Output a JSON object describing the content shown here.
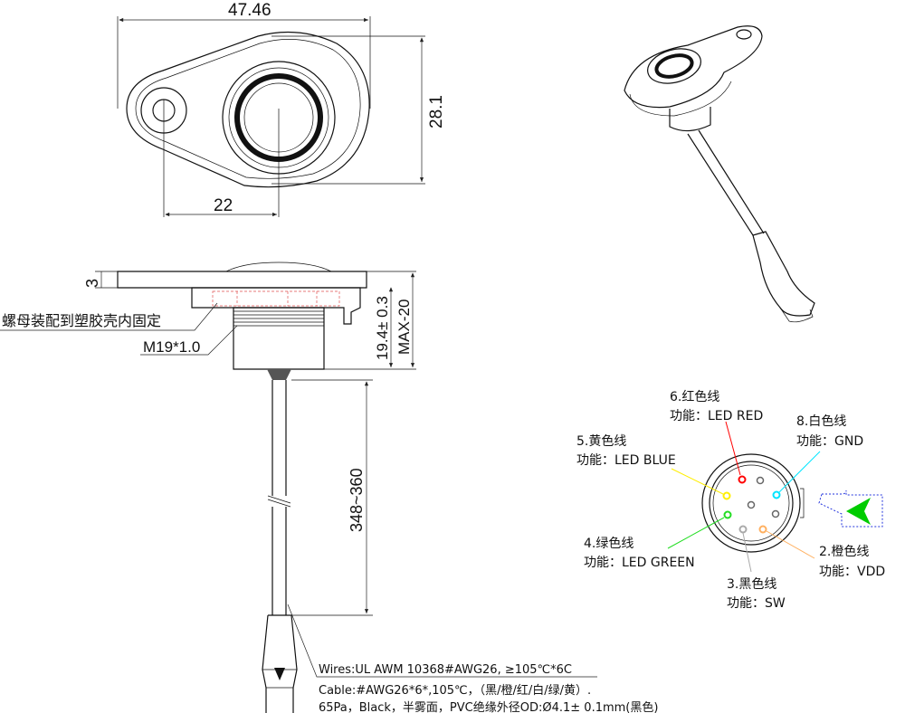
{
  "top_view": {
    "width_dim": "47.46",
    "height_dim": "28.1",
    "hole_offset_dim": "22"
  },
  "side_view": {
    "flange_thickness_dim": "3",
    "nut_note": "螺母装配到塑胶壳内固定",
    "thread_label": "M19*1.0",
    "body_height_dim": "19.4± 0.3",
    "max_height_dim": "MAX-20",
    "cable_length_dim": "348~360"
  },
  "cable_spec": {
    "line1": "Wires:UL AWM 10368#AWG26, ≥105℃*6C",
    "line2": "Cable:#AWG26*6*,105℃，（黑/橙/红/白/绿/黄）.",
    "line3": "65Pa，Black，半雾面，PVC绝缘外径OD:Ø4.1± 0.1mm(黑色)"
  },
  "pinout": {
    "pins": [
      {
        "name": "6.红色线",
        "function": "功能：LED  RED",
        "color": "#ff0000"
      },
      {
        "name": "8.白色线",
        "function": "功能：GND",
        "color": "#00e5ff"
      },
      {
        "name": "5.黄色线",
        "function": "功能：LED  BLUE",
        "color": "#ffee00"
      },
      {
        "name": "4.绿色线",
        "function": "功能：LED  GREEN",
        "color": "#22dd22"
      },
      {
        "name": "2.橙色线",
        "function": "功能：VDD",
        "color": "#ffb060"
      },
      {
        "name": "3.黑色线",
        "function": "功能：SW",
        "color": "#aaaaaa"
      }
    ],
    "key_arrow_color": "#00cc00",
    "key_box_color": "#2233dd"
  }
}
